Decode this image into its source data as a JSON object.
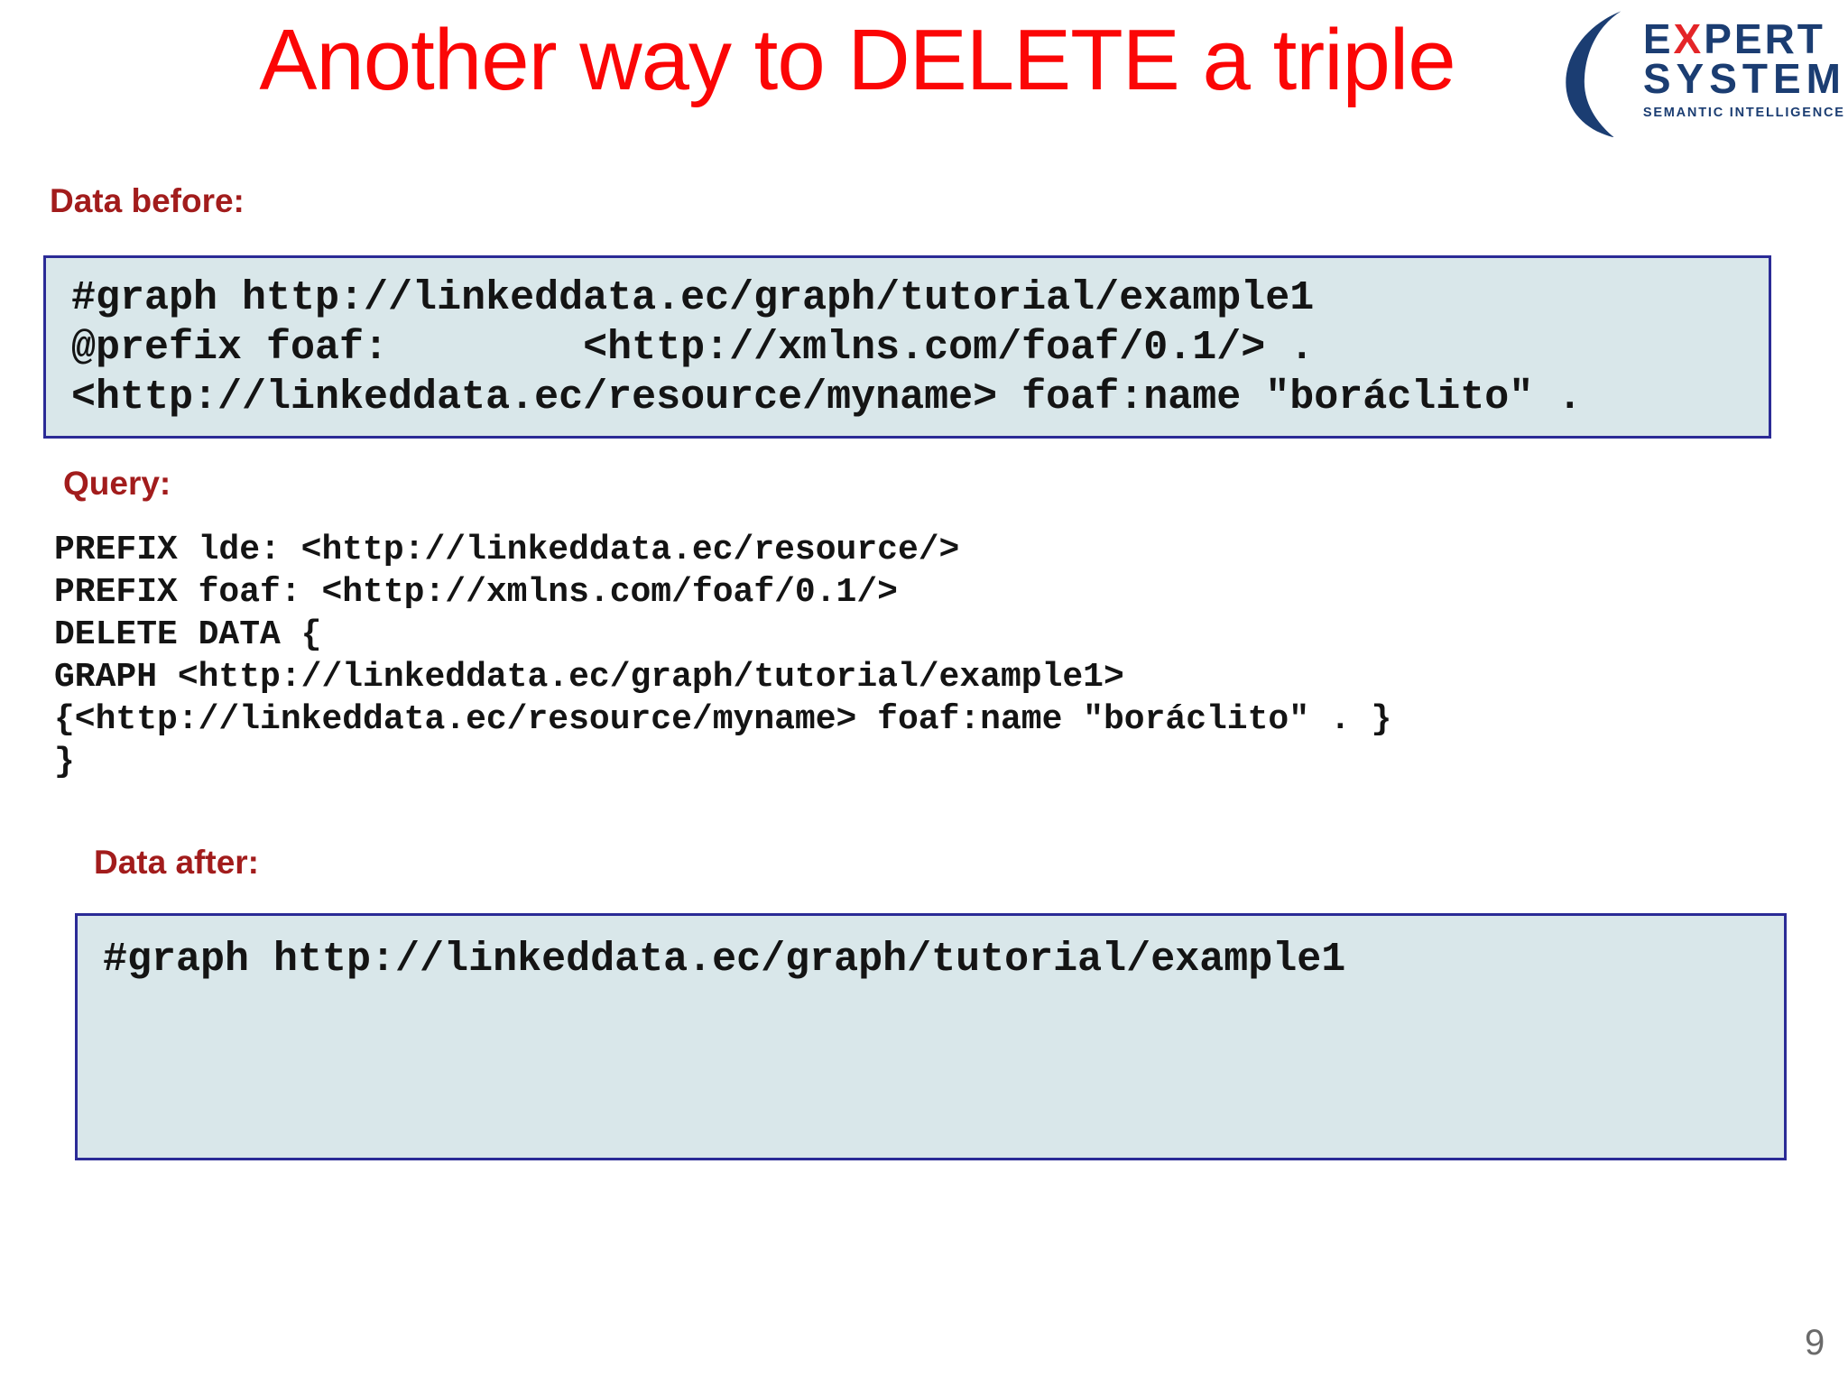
{
  "slide": {
    "title": "Another way to DELETE a triple",
    "page_number": "9"
  },
  "logo": {
    "expert_e": "E",
    "expert_x": "X",
    "expert_rest": "PERT",
    "system": "SYSTEM",
    "tagline": "SEMANTIC INTELLIGENCE"
  },
  "sections": {
    "data_before": {
      "label": "Data before:",
      "code_lines": [
        "#graph http://linkeddata.ec/graph/tutorial/example1",
        "@prefix foaf:        <http://xmlns.com/foaf/0.1/> .",
        "<http://linkeddata.ec/resource/myname> foaf:name \"boráclito\" ."
      ]
    },
    "query": {
      "label": "Query:",
      "code_lines": [
        "PREFIX lde: <http://linkeddata.ec/resource/>",
        "PREFIX foaf: <http://xmlns.com/foaf/0.1/>",
        "DELETE DATA {",
        "GRAPH <http://linkeddata.ec/graph/tutorial/example1>",
        "{<http://linkeddata.ec/resource/myname> foaf:name \"boráclito\" . }",
        "}"
      ]
    },
    "data_after": {
      "label": "Data after:",
      "code_lines": [
        "#graph http://linkeddata.ec/graph/tutorial/example1"
      ]
    }
  },
  "colors": {
    "title_red": "#fb0606",
    "label_red": "#a21c1c",
    "box_bg": "#d9e7ea",
    "box_border": "#2b2b96",
    "code_text": "#141414",
    "logo_navy": "#1b3d72",
    "logo_red": "#e42528",
    "page_grey": "#6a6a6a"
  }
}
